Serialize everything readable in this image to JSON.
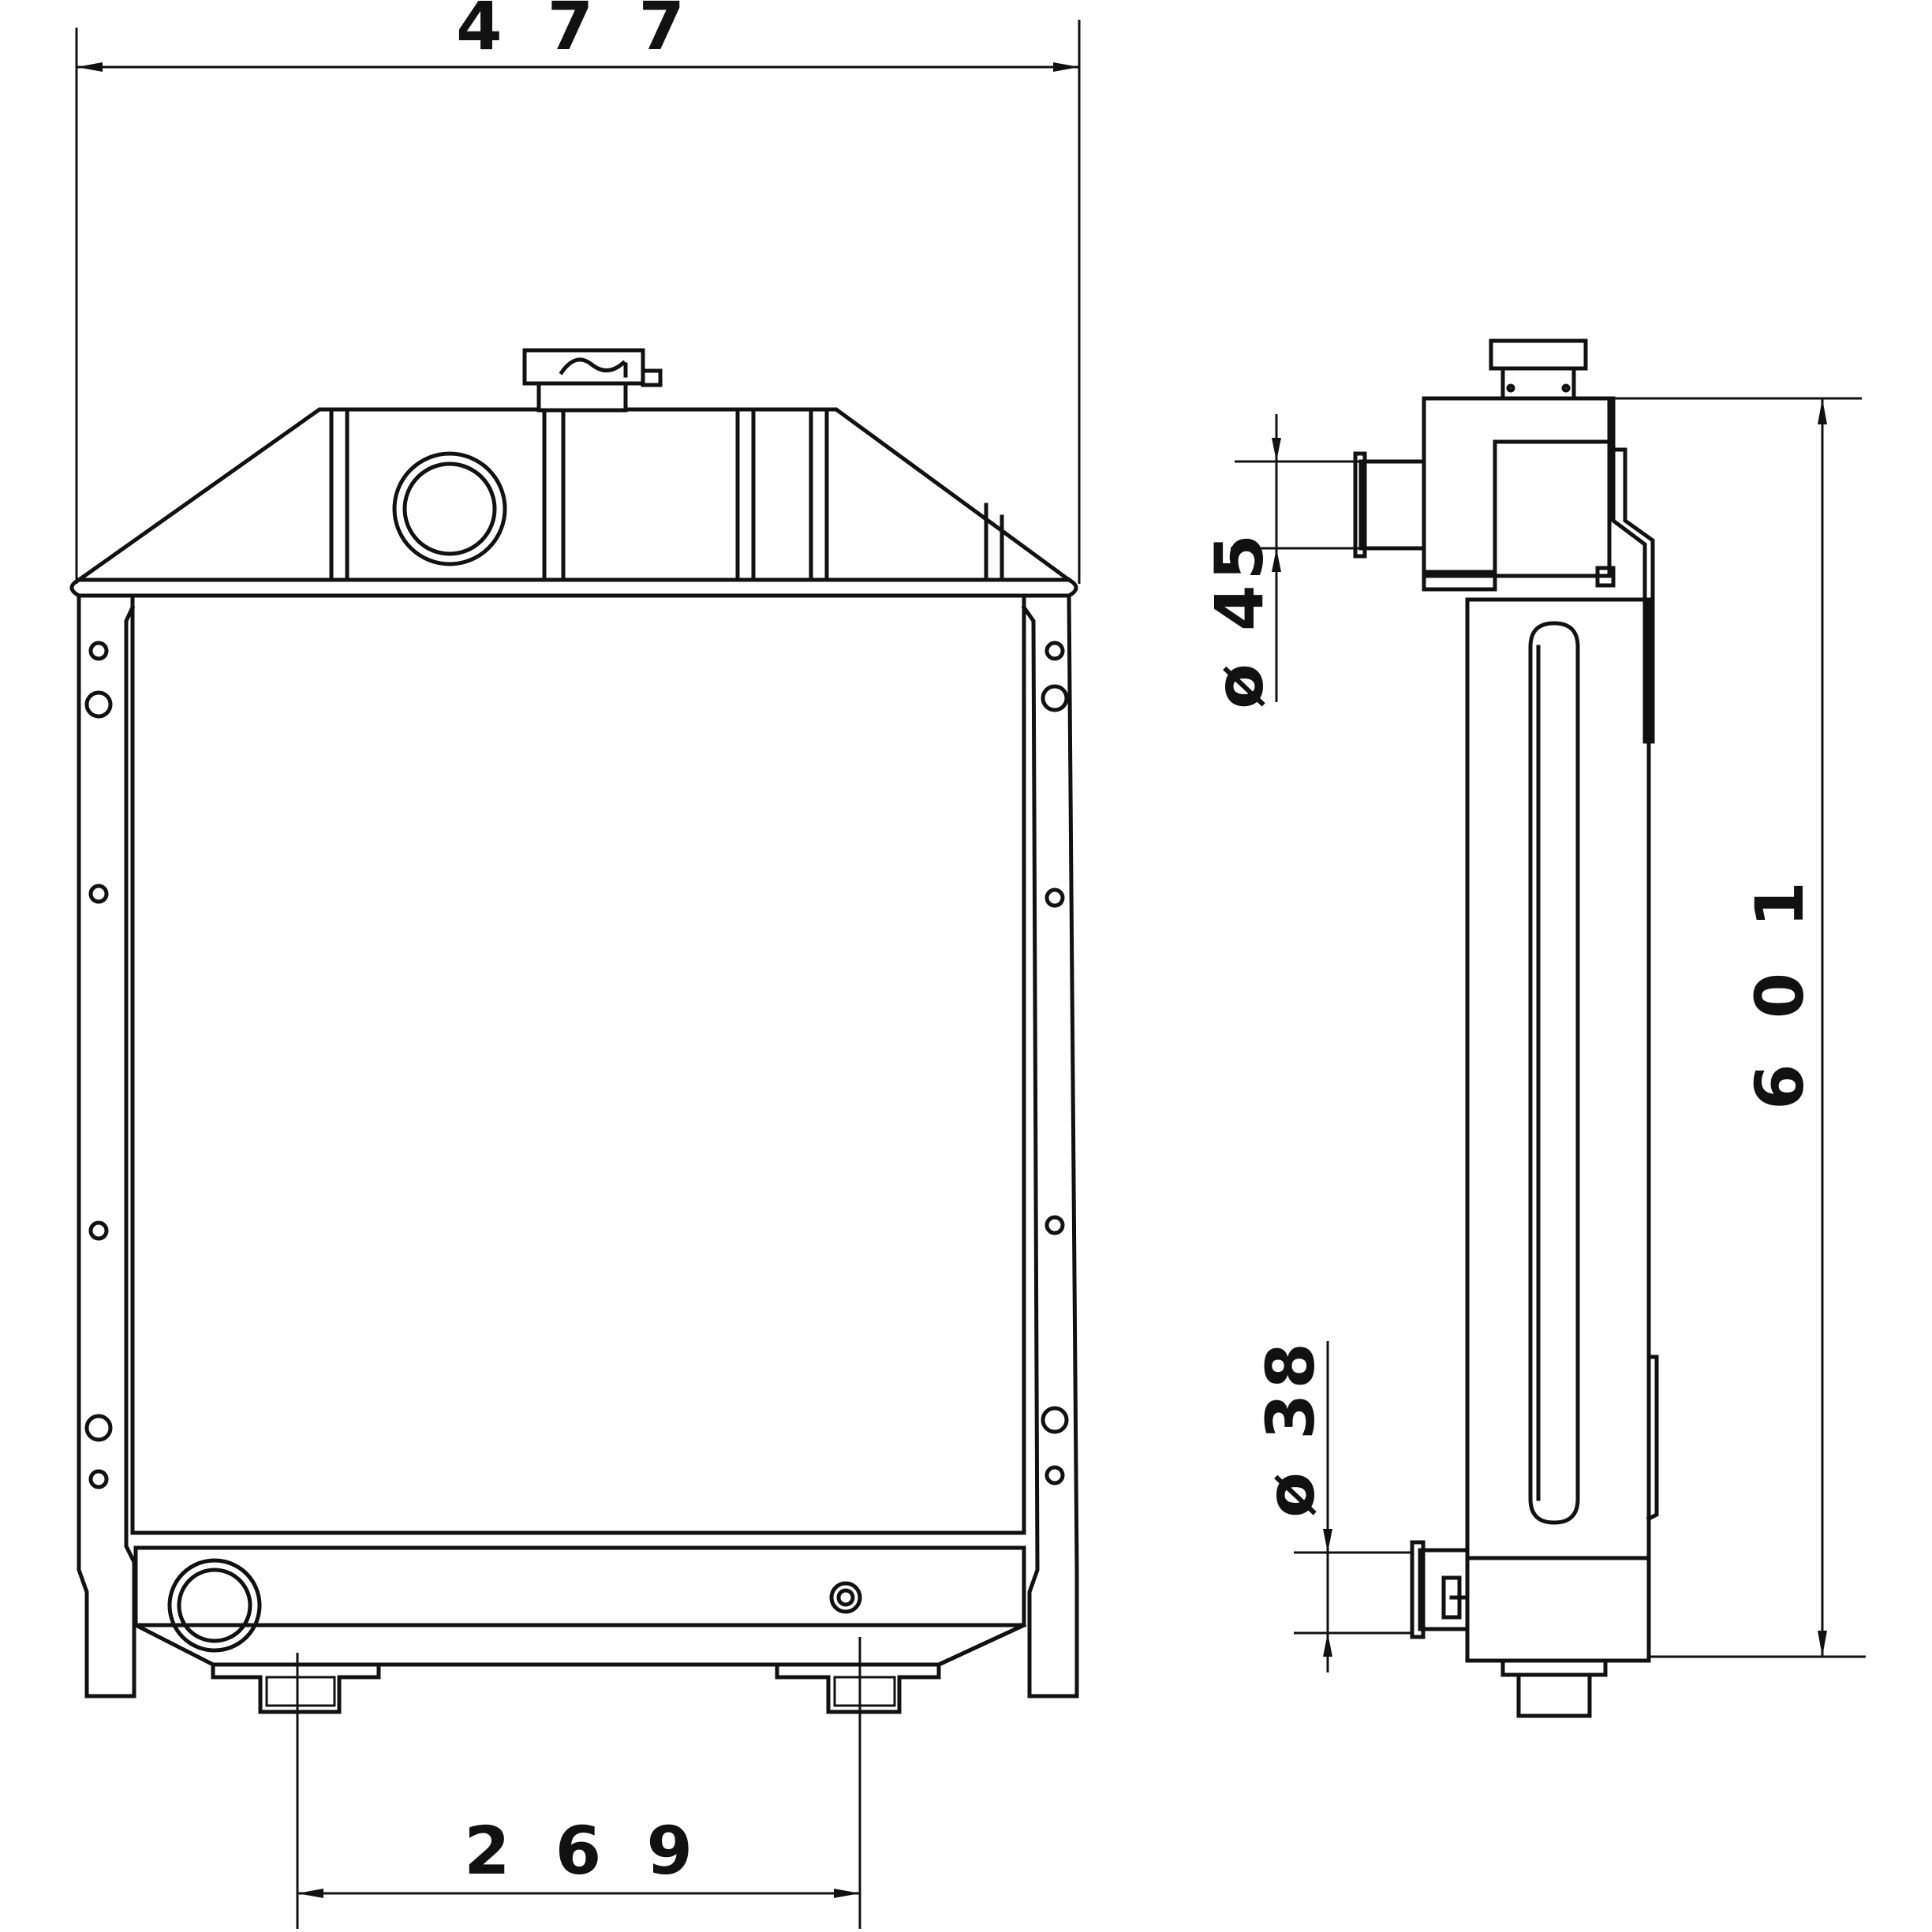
{
  "dimensions": {
    "overall_width": "4 7 7",
    "outlet_spacing": "2 6 9",
    "overall_height": "6 0 1",
    "upper_hose_diameter": "ø 45",
    "lower_hose_diameter": "ø 38"
  },
  "colors": {
    "line": "#111111",
    "background": "#ffffff"
  }
}
